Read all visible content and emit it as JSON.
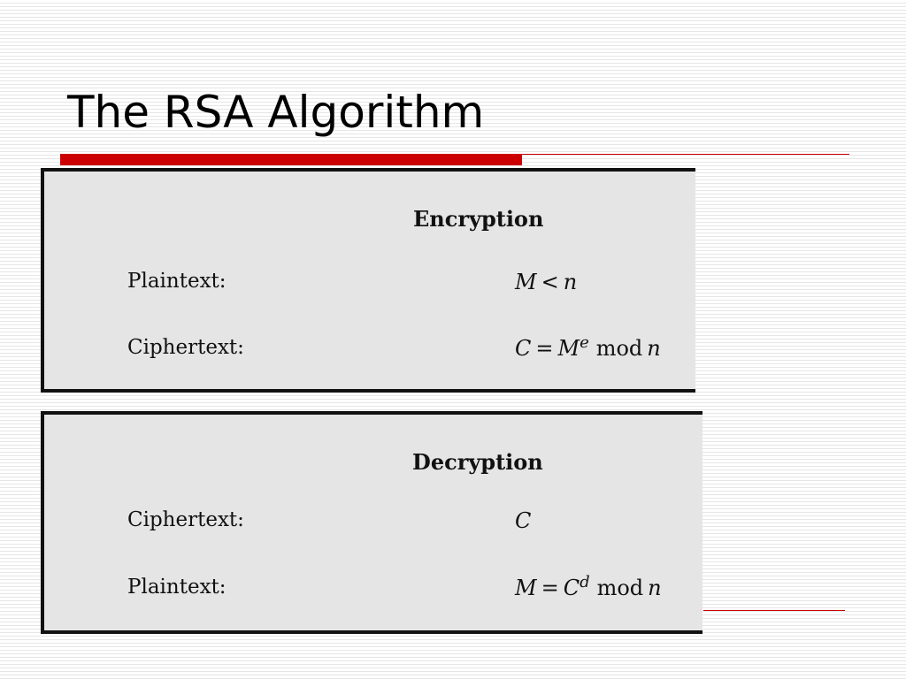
{
  "slide": {
    "title": "The RSA Algorithm",
    "colors": {
      "accent_red": "#cc0000",
      "box_fill": "#e5e5e5",
      "box_border": "#111111"
    }
  },
  "encryption": {
    "heading": "Encryption",
    "rows": [
      {
        "label": "Plaintext:",
        "formula": {
          "lhs": "M",
          "op": "<",
          "rhs": "n"
        }
      },
      {
        "label": "Ciphertext:",
        "formula": {
          "lhs": "C",
          "op": "=",
          "base": "M",
          "exp": "e",
          "fn": "mod",
          "mod": "n"
        }
      }
    ]
  },
  "decryption": {
    "heading": "Decryption",
    "rows": [
      {
        "label": "Ciphertext:",
        "formula": {
          "value": "C"
        }
      },
      {
        "label": "Plaintext:",
        "formula": {
          "lhs": "M",
          "op": "=",
          "base": "C",
          "exp": "d",
          "fn": "mod",
          "mod": "n"
        }
      }
    ]
  }
}
